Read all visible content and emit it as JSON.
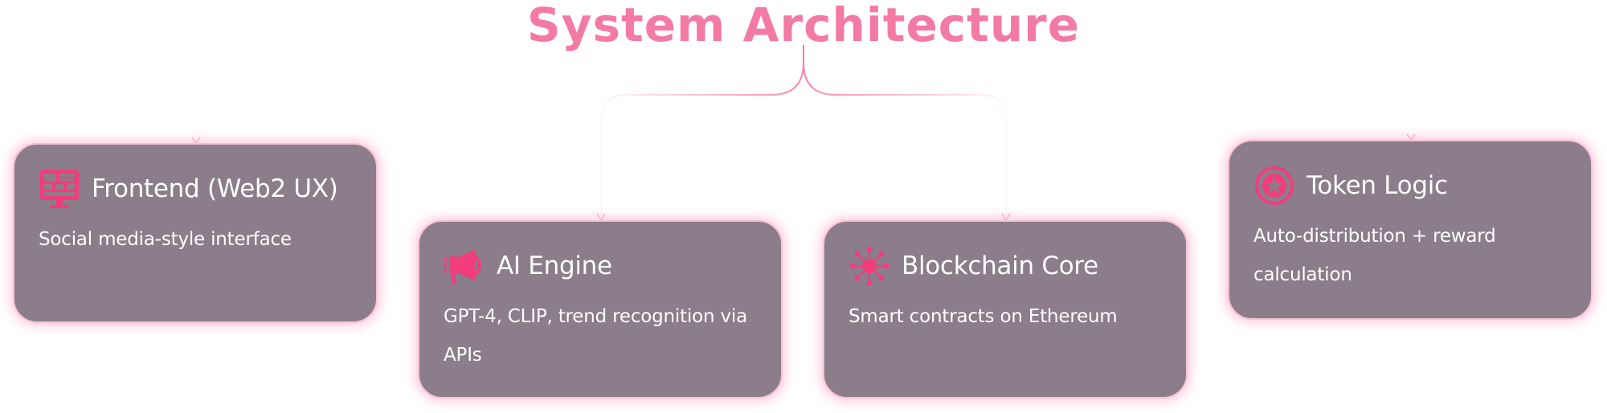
{
  "title": "System Architecture",
  "colors": {
    "accent": "#f47aa6",
    "card_bg": "#8b7d89",
    "card_border": "#f8c1d6",
    "icon": "#f23d7d"
  },
  "cards": [
    {
      "title": "Frontend (Web2 UX)",
      "description": "Social media-style interface",
      "icon": "monitor-dashboard-icon"
    },
    {
      "title": "AI Engine",
      "description": "GPT-4, CLIP, trend recognition via APIs",
      "icon": "megaphone-icon"
    },
    {
      "title": "Blockchain Core",
      "description": "Smart contracts on Ethereum",
      "icon": "network-hub-icon"
    },
    {
      "title": "Token Logic",
      "description": "Auto-distribution + reward calculation",
      "icon": "star-coin-icon"
    }
  ]
}
